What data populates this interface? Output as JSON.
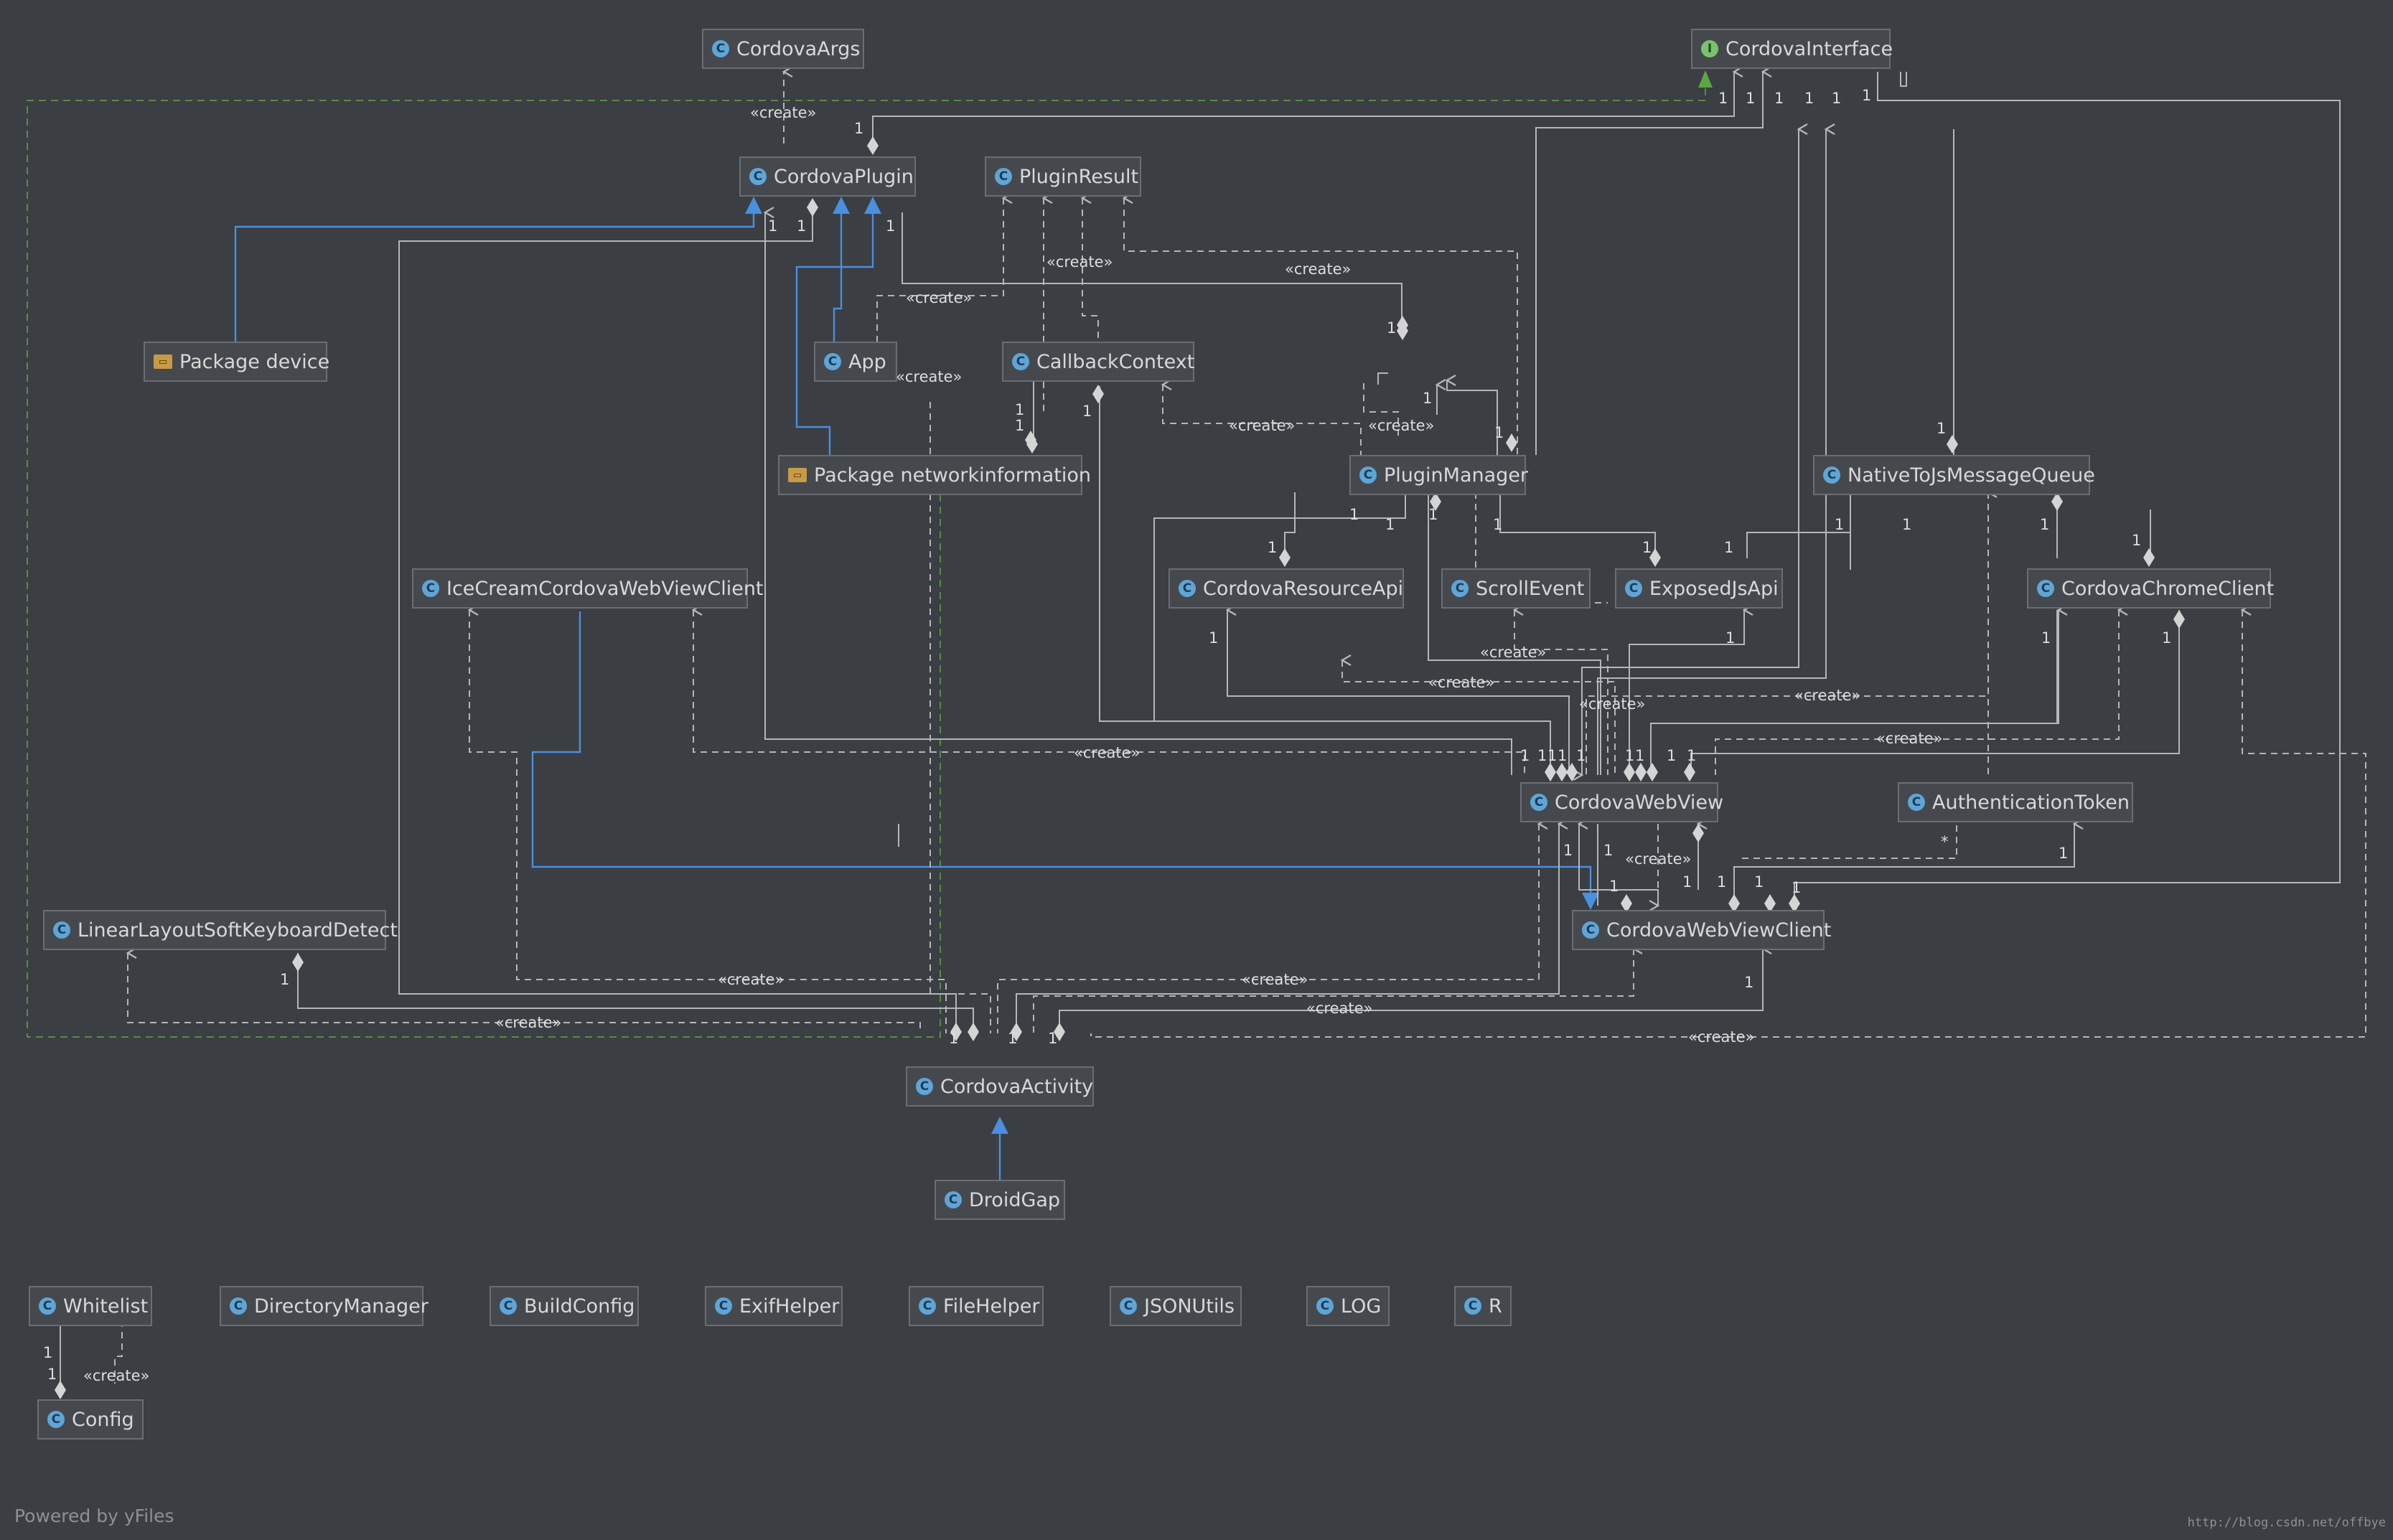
{
  "nodes": {
    "cordova_args": {
      "label": "CordovaArgs",
      "kind": "class",
      "icon": "class-icon"
    },
    "cordova_interface": {
      "label": "CordovaInterface",
      "kind": "interface",
      "icon": "interface-icon"
    },
    "cordova_plugin": {
      "label": "CordovaPlugin",
      "kind": "class",
      "icon": "class-icon"
    },
    "plugin_result": {
      "label": "PluginResult",
      "kind": "class",
      "icon": "class-icon"
    },
    "package_device": {
      "label": "Package device",
      "kind": "package",
      "icon": "package-icon"
    },
    "app": {
      "label": "App",
      "kind": "class",
      "icon": "class-icon"
    },
    "callback_context": {
      "label": "CallbackContext",
      "kind": "class",
      "icon": "class-icon"
    },
    "package_networkinformation": {
      "label": "Package networkinformation",
      "kind": "package",
      "icon": "package-icon"
    },
    "plugin_manager": {
      "label": "PluginManager",
      "kind": "class",
      "icon": "class-icon"
    },
    "native_to_js_message_queue": {
      "label": "NativeToJsMessageQueue",
      "kind": "class",
      "icon": "class-icon"
    },
    "icecream_cordova_webview_client": {
      "label": "IceCreamCordovaWebViewClient",
      "kind": "class",
      "icon": "class-icon"
    },
    "cordova_resource_api": {
      "label": "CordovaResourceApi",
      "kind": "class",
      "icon": "class-icon"
    },
    "scroll_event": {
      "label": "ScrollEvent",
      "kind": "class",
      "icon": "class-icon"
    },
    "exposed_js_api": {
      "label": "ExposedJsApi",
      "kind": "class",
      "icon": "class-icon"
    },
    "cordova_chrome_client": {
      "label": "CordovaChromeClient",
      "kind": "class",
      "icon": "class-icon"
    },
    "cordova_webview": {
      "label": "CordovaWebView",
      "kind": "class",
      "icon": "class-icon"
    },
    "authentication_token": {
      "label": "AuthenticationToken",
      "kind": "class",
      "icon": "class-icon"
    },
    "linear_layout_soft_keyboard_detect": {
      "label": "LinearLayoutSoftKeyboardDetect",
      "kind": "class",
      "icon": "class-icon"
    },
    "cordova_webview_client": {
      "label": "CordovaWebViewClient",
      "kind": "class",
      "icon": "class-icon"
    },
    "cordova_activity": {
      "label": "CordovaActivity",
      "kind": "class",
      "icon": "class-icon"
    },
    "droid_gap": {
      "label": "DroidGap",
      "kind": "class",
      "icon": "class-icon"
    },
    "whitelist": {
      "label": "Whitelist",
      "kind": "class",
      "icon": "class-icon"
    },
    "directory_manager": {
      "label": "DirectoryManager",
      "kind": "class",
      "icon": "class-icon"
    },
    "build_config": {
      "label": "BuildConfig",
      "kind": "class",
      "icon": "final-class-icon"
    },
    "exif_helper": {
      "label": "ExifHelper",
      "kind": "class",
      "icon": "class-icon"
    },
    "file_helper": {
      "label": "FileHelper",
      "kind": "class",
      "icon": "class-icon"
    },
    "json_utils": {
      "label": "JSONUtils",
      "kind": "class",
      "icon": "class-icon"
    },
    "log": {
      "label": "LOG",
      "kind": "class",
      "icon": "class-icon"
    },
    "r": {
      "label": "R",
      "kind": "class",
      "icon": "final-class-icon"
    },
    "config": {
      "label": "Config",
      "kind": "class",
      "icon": "class-icon"
    }
  },
  "labels": {
    "create": "«create»",
    "one": "1",
    "many": "*"
  },
  "footer": {
    "powered_by": "Powered by yFiles",
    "watermark": "http://blog.csdn.net/offbye"
  },
  "colors": {
    "background": "#3b3e42",
    "edge": "#b4b6b8",
    "inheritance": "#4a8fe0",
    "realization": "#5a8a4a"
  }
}
